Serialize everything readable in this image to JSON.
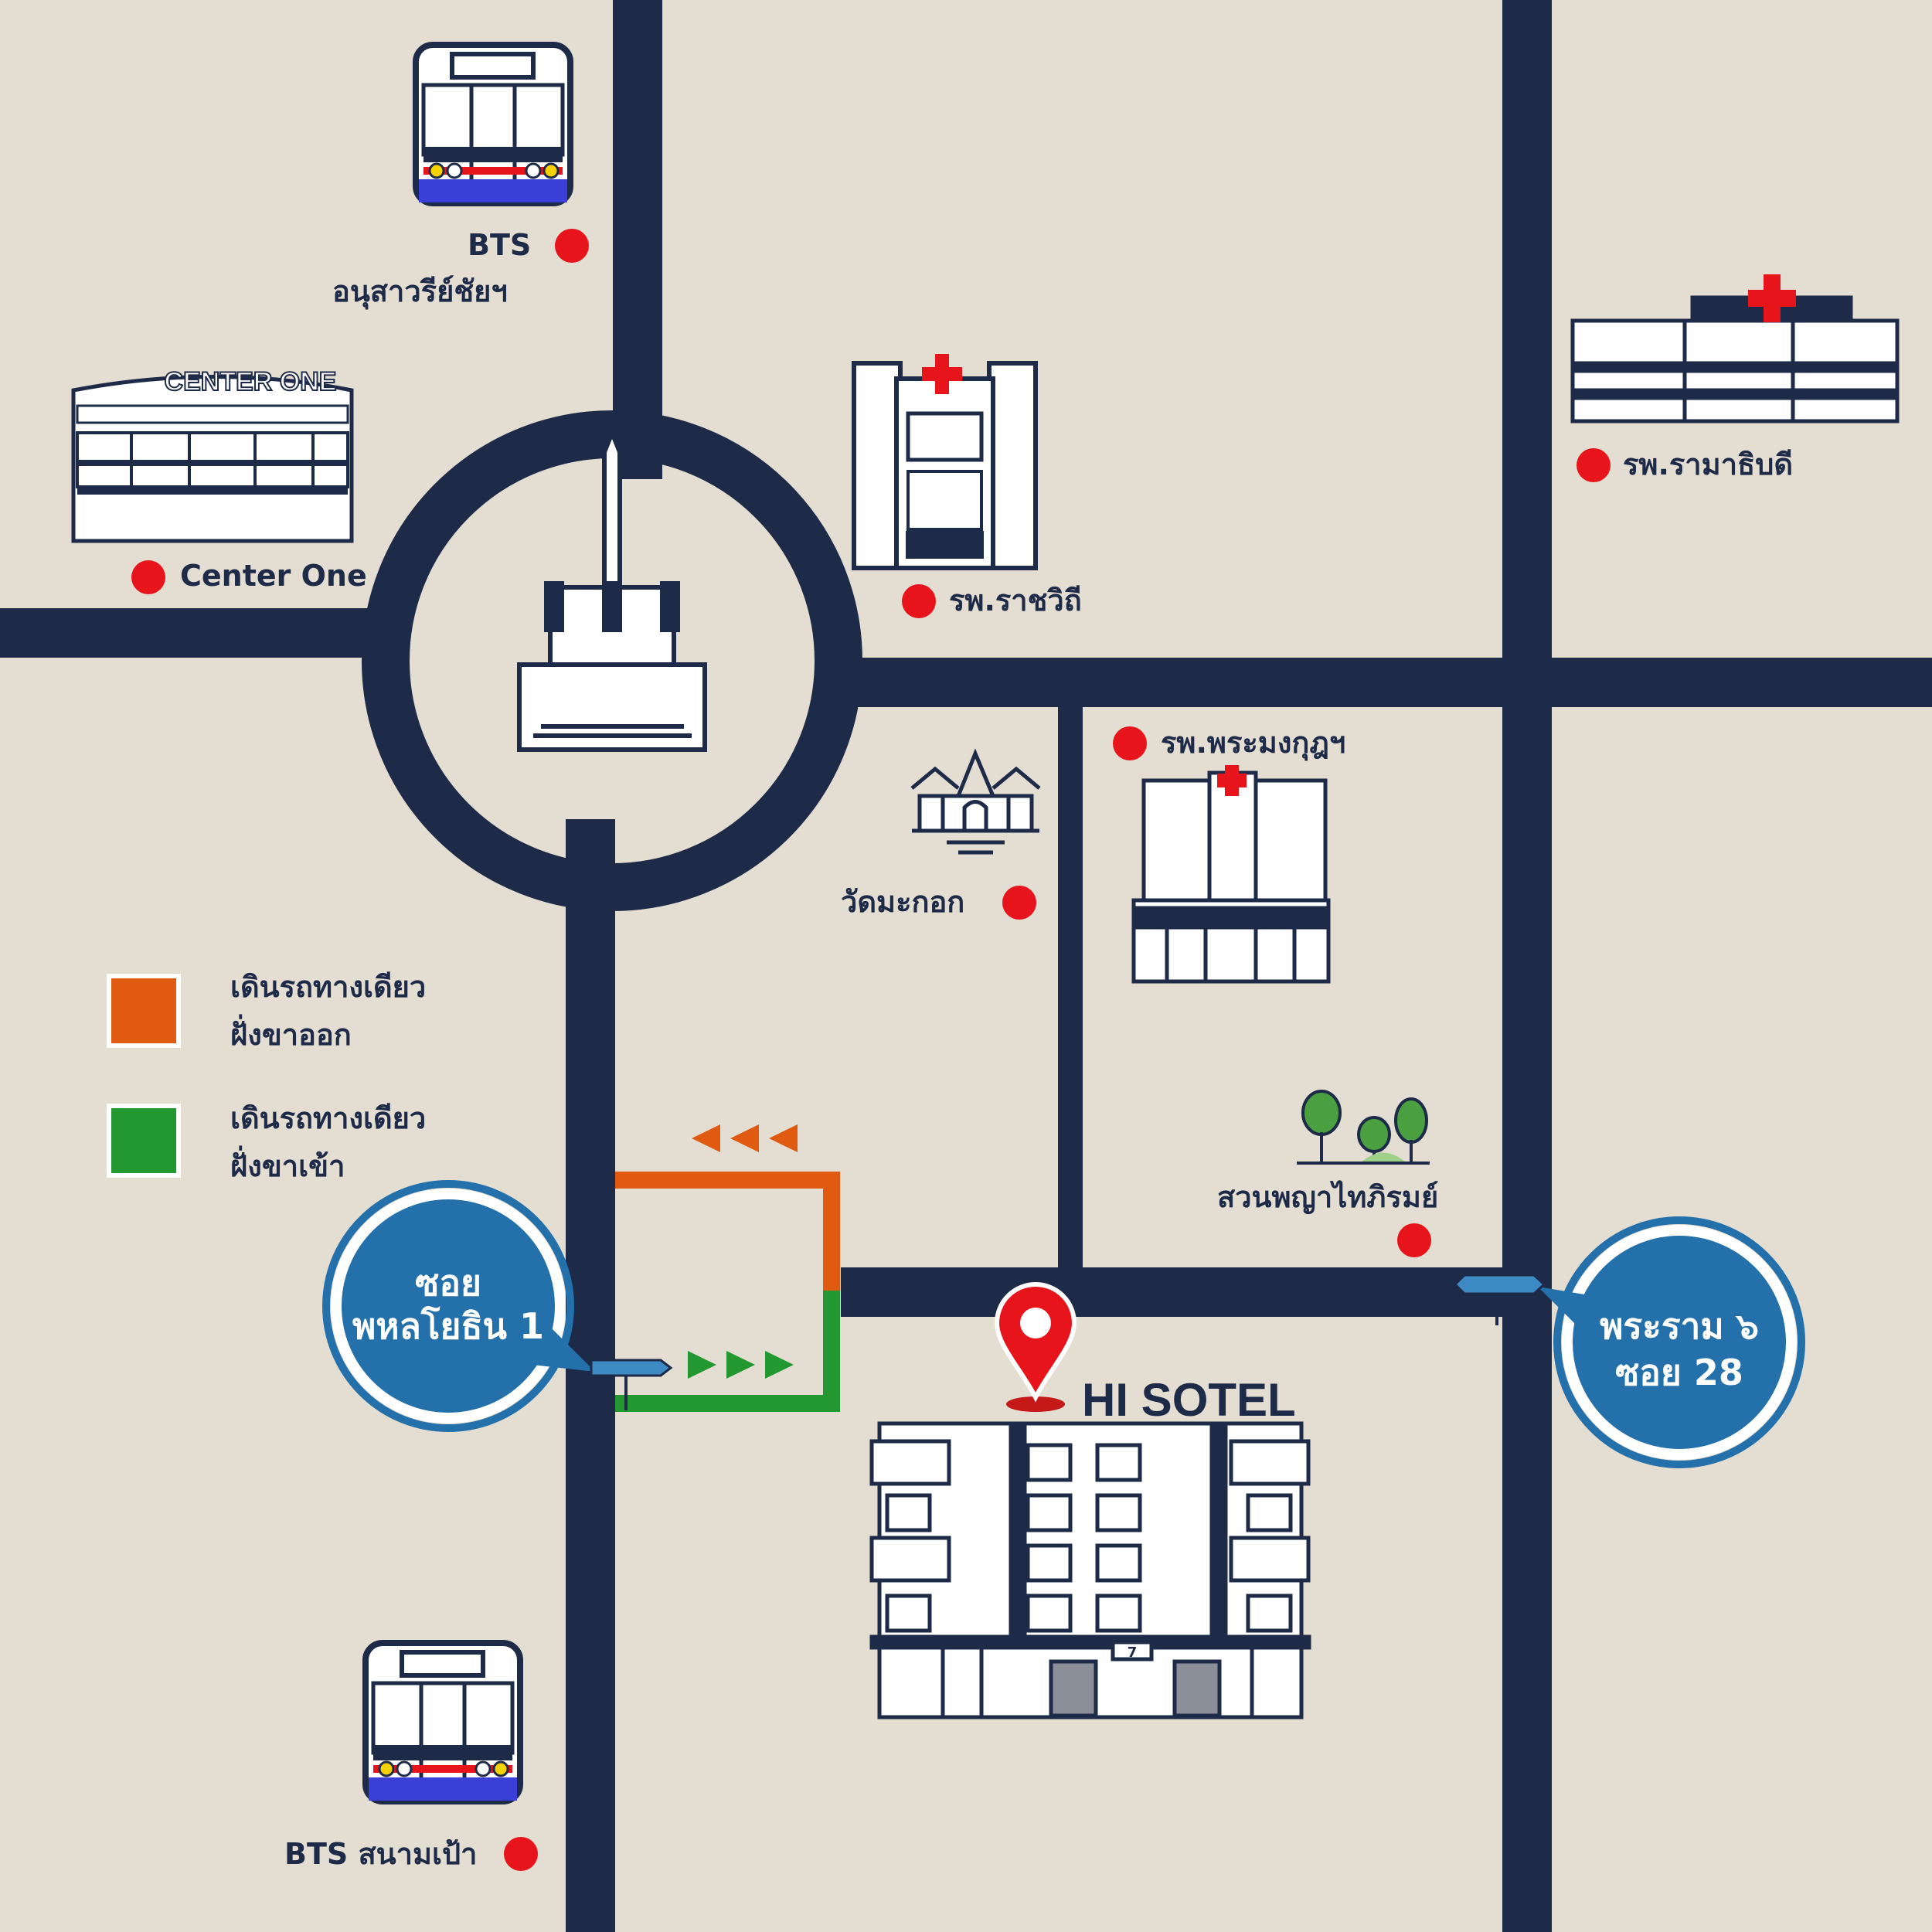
{
  "map": {
    "colors": {
      "background": "#e4ddd2",
      "road": "#1e2b48",
      "poi_dot": "#e8141c",
      "outbound": "#e05a12",
      "inbound": "#249830",
      "bubble": "#2370ab"
    }
  },
  "pois": {
    "bts_victory": {
      "line1": "BTS",
      "line2": "อนุสาวรีย์ชัยฯ",
      "icon": "skytrain-icon"
    },
    "center_one": {
      "label": "Center One",
      "sign": "CENTER ONE",
      "icon": "mall-building-icon"
    },
    "rajavithi": {
      "label": "รพ.ราชวิถี",
      "icon": "hospital-tower-icon"
    },
    "ramathibodi": {
      "label": "รพ.รามาธิบดี",
      "icon": "hospital-wide-icon"
    },
    "phramongkut": {
      "label": "รพ.พระมงกุฎฯ",
      "icon": "hospital-building-icon"
    },
    "wat_makok": {
      "label": "วัดมะกอก",
      "icon": "temple-icon"
    },
    "park": {
      "label": "สวนพญาไทภิรมย์",
      "icon": "park-trees-icon"
    },
    "bts_sanam_pao": {
      "label": "BTS สนามเป้า",
      "icon": "skytrain-icon"
    },
    "monument": {
      "icon": "victory-monument-icon"
    }
  },
  "legend": [
    {
      "line1": "เดินรถทางเดียว",
      "line2": "ฝั่งขาออก",
      "color": "#e05a12"
    },
    {
      "line1": "เดินรถทางเดียว",
      "line2": "ฝั่งขาเข้า",
      "color": "#249830"
    }
  ],
  "bubbles": {
    "left": {
      "line1": "ซอย",
      "line2": "พหลโยธิน 1"
    },
    "right": {
      "line1": "พระราม ๖",
      "line2": "ซอย 28"
    }
  },
  "hotel": {
    "name": "HI SOTEL",
    "number": "7",
    "icon": "location-pin-icon"
  }
}
